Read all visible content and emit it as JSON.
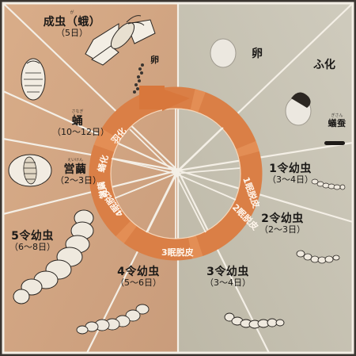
{
  "stages": {
    "adult": {
      "name": "成虫（蛾）",
      "ruby": "が",
      "duration": "（5日）"
    },
    "egg": {
      "name": "卵"
    },
    "egg_small": {
      "name": "卵"
    },
    "hatch": {
      "name": "ふ化"
    },
    "ant_larva": {
      "name": "蟻蚕",
      "ruby": "ぎさん"
    },
    "instar1": {
      "name": "1令幼虫",
      "duration": "（3～4日）"
    },
    "instar2": {
      "name": "2令幼虫",
      "duration": "（2～3日）"
    },
    "instar3": {
      "name": "3令幼虫",
      "duration": "（3～4日）"
    },
    "instar4": {
      "name": "4令幼虫",
      "duration": "（5～6日）"
    },
    "instar5": {
      "name": "5令幼虫",
      "duration": "（6～8日）"
    },
    "cocoon": {
      "name": "営繭",
      "ruby": "えいけん",
      "duration": "（2～3日）"
    },
    "pupa": {
      "name": "蛹",
      "ruby": "さなぎ",
      "duration": "（10～12日）"
    }
  },
  "ring_labels": {
    "hatch": "羽化",
    "pupate": "蛹化",
    "spin": "営繭",
    "molt1": "1眠脱皮",
    "molt2": "2眠脱皮",
    "molt3": "3眠脱皮",
    "molt4": "4眠脱皮"
  },
  "colors": {
    "left_bg": "#d8ad8a",
    "right_bg": "#c7c3b2",
    "ring": "#d8773c",
    "ring_light": "#eea572",
    "frame": "#f4efe6"
  }
}
